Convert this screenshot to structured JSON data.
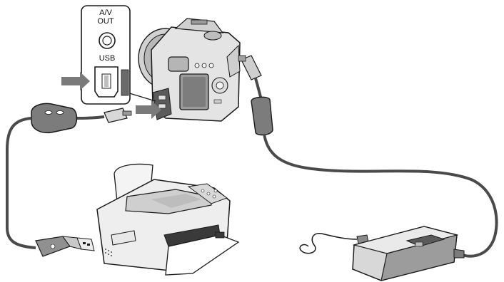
{
  "port_panel": {
    "av_out_line1": "A/V",
    "av_out_line2": "OUT",
    "usb_label": "USB"
  },
  "icons": {
    "panel_arrow": "right-arrow-icon",
    "camera_arrow": "right-arrow-icon",
    "av_port": "round-port-icon",
    "usb_port": "usb-mini-b-port-icon"
  },
  "colors": {
    "outline": "#1a1a1a",
    "body_light": "#e8e8e8",
    "body_mid": "#c4c4c4",
    "body_dark": "#8a8a8a",
    "cable": "#4a4a4a",
    "arrow": "#7a7a7a"
  }
}
